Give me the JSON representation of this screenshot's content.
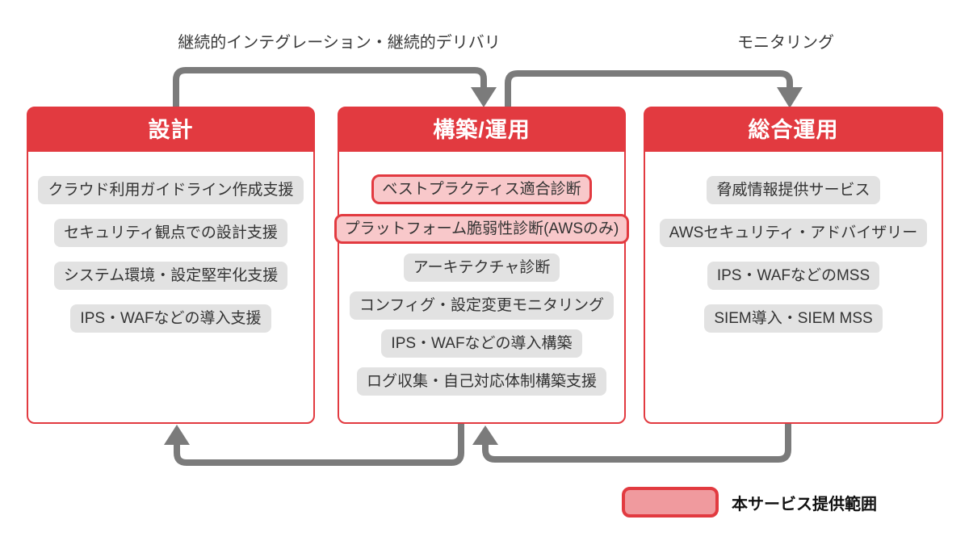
{
  "diagram": {
    "top_arrows": {
      "ci_cd": {
        "label": "継続的インテグレーション・継続的デリバリ",
        "from": "設計",
        "to": "構築/運用"
      },
      "monitoring": {
        "label": "モニタリング",
        "from": "構築/運用",
        "to": "総合運用"
      }
    },
    "feedback_arrows": [
      {
        "from": "構築/運用",
        "to": "設計"
      },
      {
        "from": "総合運用",
        "to": "構築/運用"
      }
    ],
    "columns": [
      {
        "title": "設計",
        "items": [
          {
            "label": "クラウド利用ガイドライン作成支援",
            "highlighted": false
          },
          {
            "label": "セキュリティ観点での設計支援",
            "highlighted": false
          },
          {
            "label": "システム環境・設定堅牢化支援",
            "highlighted": false
          },
          {
            "label": "IPS・WAFなどの導入支援",
            "highlighted": false
          }
        ]
      },
      {
        "title": "構築/運用",
        "items": [
          {
            "label": "ベストプラクティス適合診断",
            "highlighted": true
          },
          {
            "label": "プラットフォーム脆弱性診断(AWSのみ)",
            "highlighted": true
          },
          {
            "label": "アーキテクチャ診断",
            "highlighted": false
          },
          {
            "label": "コンフィグ・設定変更モニタリング",
            "highlighted": false
          },
          {
            "label": "IPS・WAFなどの導入構築",
            "highlighted": false
          },
          {
            "label": "ログ収集・自己対応体制構築支援",
            "highlighted": false
          }
        ]
      },
      {
        "title": "総合運用",
        "items": [
          {
            "label": "脅威情報提供サービス",
            "highlighted": false
          },
          {
            "label": "AWSセキュリティ・アドバイザリー",
            "highlighted": false
          },
          {
            "label": "IPS・WAFなどのMSS",
            "highlighted": false
          },
          {
            "label": "SIEM導入・SIEM MSS",
            "highlighted": false
          }
        ]
      }
    ],
    "legend": {
      "label": "本サービス提供範囲"
    },
    "colors": {
      "red": "#e23a40",
      "pink": "#f8c8ca",
      "legend-pink": "#f09a9e",
      "gray-pill": "#e2e2e2",
      "arrow": "#7b7b7b",
      "text": "#333333"
    }
  }
}
